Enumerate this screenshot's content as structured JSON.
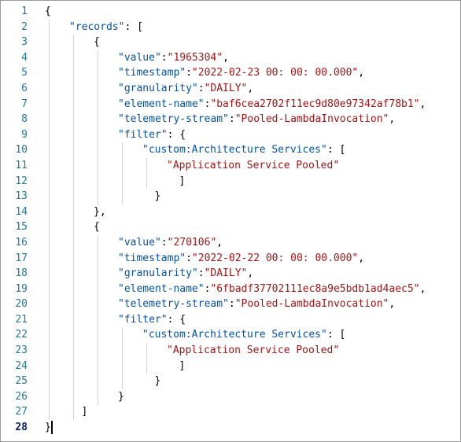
{
  "line_numbers": [
    "1",
    "2",
    "3",
    "4",
    "5",
    "6",
    "7",
    "8",
    "9",
    "10",
    "11",
    "12",
    "13",
    "14",
    "15",
    "16",
    "17",
    "18",
    "19",
    "20",
    "21",
    "22",
    "23",
    "24",
    "25",
    "26",
    "27",
    "28"
  ],
  "colors": {
    "key": "#0451a5",
    "string": "#a31515",
    "line_number": "#237893",
    "active_line_number": "#0b216f"
  },
  "lines": [
    {
      "tokens": [
        {
          "t": "p",
          "v": "{"
        }
      ],
      "indent": 0
    },
    {
      "tokens": [
        {
          "t": "k",
          "v": "\"records\""
        },
        {
          "t": "p",
          "v": ": ["
        }
      ],
      "indent": 1
    },
    {
      "tokens": [
        {
          "t": "p",
          "v": "{"
        }
      ],
      "indent": 2
    },
    {
      "tokens": [
        {
          "t": "k",
          "v": "\"value\""
        },
        {
          "t": "p",
          "v": ":"
        },
        {
          "t": "s",
          "v": "\"1965304\""
        },
        {
          "t": "p",
          "v": ","
        }
      ],
      "indent": 3
    },
    {
      "tokens": [
        {
          "t": "k",
          "v": "\"timestamp\""
        },
        {
          "t": "p",
          "v": ":"
        },
        {
          "t": "s",
          "v": "\"2022-02-23 00: 00: 00.000\""
        },
        {
          "t": "p",
          "v": ","
        }
      ],
      "indent": 3
    },
    {
      "tokens": [
        {
          "t": "k",
          "v": "\"granularity\""
        },
        {
          "t": "p",
          "v": ":"
        },
        {
          "t": "s",
          "v": "\"DAILY\""
        },
        {
          "t": "p",
          "v": ","
        }
      ],
      "indent": 3
    },
    {
      "tokens": [
        {
          "t": "k",
          "v": "\"element-name\""
        },
        {
          "t": "p",
          "v": ":"
        },
        {
          "t": "s",
          "v": "\"baf6cea2702f11ec9d80e97342af78b1\""
        },
        {
          "t": "p",
          "v": ","
        }
      ],
      "indent": 3
    },
    {
      "tokens": [
        {
          "t": "k",
          "v": "\"telemetry-stream\""
        },
        {
          "t": "p",
          "v": ":"
        },
        {
          "t": "s",
          "v": "\"Pooled-LambdaInvocation\""
        },
        {
          "t": "p",
          "v": ","
        }
      ],
      "indent": 3
    },
    {
      "tokens": [
        {
          "t": "k",
          "v": "\"filter\""
        },
        {
          "t": "p",
          "v": ": {"
        }
      ],
      "indent": 3
    },
    {
      "tokens": [
        {
          "t": "k",
          "v": "\"custom:Architecture Services\""
        },
        {
          "t": "p",
          "v": ": ["
        }
      ],
      "indent": 4
    },
    {
      "tokens": [
        {
          "t": "s",
          "v": "\"Application Service Pooled\""
        }
      ],
      "indent": 5
    },
    {
      "tokens": [
        {
          "t": "p",
          "v": "]"
        }
      ],
      "indent": 5.5
    },
    {
      "tokens": [
        {
          "t": "p",
          "v": "}"
        }
      ],
      "indent": 4.5
    },
    {
      "tokens": [
        {
          "t": "p",
          "v": "},"
        }
      ],
      "indent": 2
    },
    {
      "tokens": [
        {
          "t": "p",
          "v": "{"
        }
      ],
      "indent": 2
    },
    {
      "tokens": [
        {
          "t": "k",
          "v": "\"value\""
        },
        {
          "t": "p",
          "v": ":"
        },
        {
          "t": "s",
          "v": "\"270106\""
        },
        {
          "t": "p",
          "v": ","
        }
      ],
      "indent": 3
    },
    {
      "tokens": [
        {
          "t": "k",
          "v": "\"timestamp\""
        },
        {
          "t": "p",
          "v": ":"
        },
        {
          "t": "s",
          "v": "\"2022-02-22 00: 00: 00.000\""
        },
        {
          "t": "p",
          "v": ","
        }
      ],
      "indent": 3
    },
    {
      "tokens": [
        {
          "t": "k",
          "v": "\"granularity\""
        },
        {
          "t": "p",
          "v": ":"
        },
        {
          "t": "s",
          "v": "\"DAILY\""
        },
        {
          "t": "p",
          "v": ","
        }
      ],
      "indent": 3
    },
    {
      "tokens": [
        {
          "t": "k",
          "v": "\"element-name\""
        },
        {
          "t": "p",
          "v": ":"
        },
        {
          "t": "s",
          "v": "\"6fbadf37702111ec8a9e5bdb1ad4aec5\""
        },
        {
          "t": "p",
          "v": ","
        }
      ],
      "indent": 3
    },
    {
      "tokens": [
        {
          "t": "k",
          "v": "\"telemetry-stream\""
        },
        {
          "t": "p",
          "v": ":"
        },
        {
          "t": "s",
          "v": "\"Pooled-LambdaInvocation\""
        },
        {
          "t": "p",
          "v": ","
        }
      ],
      "indent": 3
    },
    {
      "tokens": [
        {
          "t": "k",
          "v": "\"filter\""
        },
        {
          "t": "p",
          "v": ": {"
        }
      ],
      "indent": 3
    },
    {
      "tokens": [
        {
          "t": "k",
          "v": "\"custom:Architecture Services\""
        },
        {
          "t": "p",
          "v": ": ["
        }
      ],
      "indent": 4
    },
    {
      "tokens": [
        {
          "t": "s",
          "v": "\"Application Service Pooled\""
        }
      ],
      "indent": 5
    },
    {
      "tokens": [
        {
          "t": "p",
          "v": "]"
        }
      ],
      "indent": 5.5
    },
    {
      "tokens": [
        {
          "t": "p",
          "v": "}"
        }
      ],
      "indent": 4.5
    },
    {
      "tokens": [
        {
          "t": "p",
          "v": "}"
        }
      ],
      "indent": 3
    },
    {
      "tokens": [
        {
          "t": "p",
          "v": "]"
        }
      ],
      "indent": 1.5
    },
    {
      "tokens": [
        {
          "t": "p",
          "v": "}"
        }
      ],
      "indent": 0
    }
  ],
  "active_line": 28
}
